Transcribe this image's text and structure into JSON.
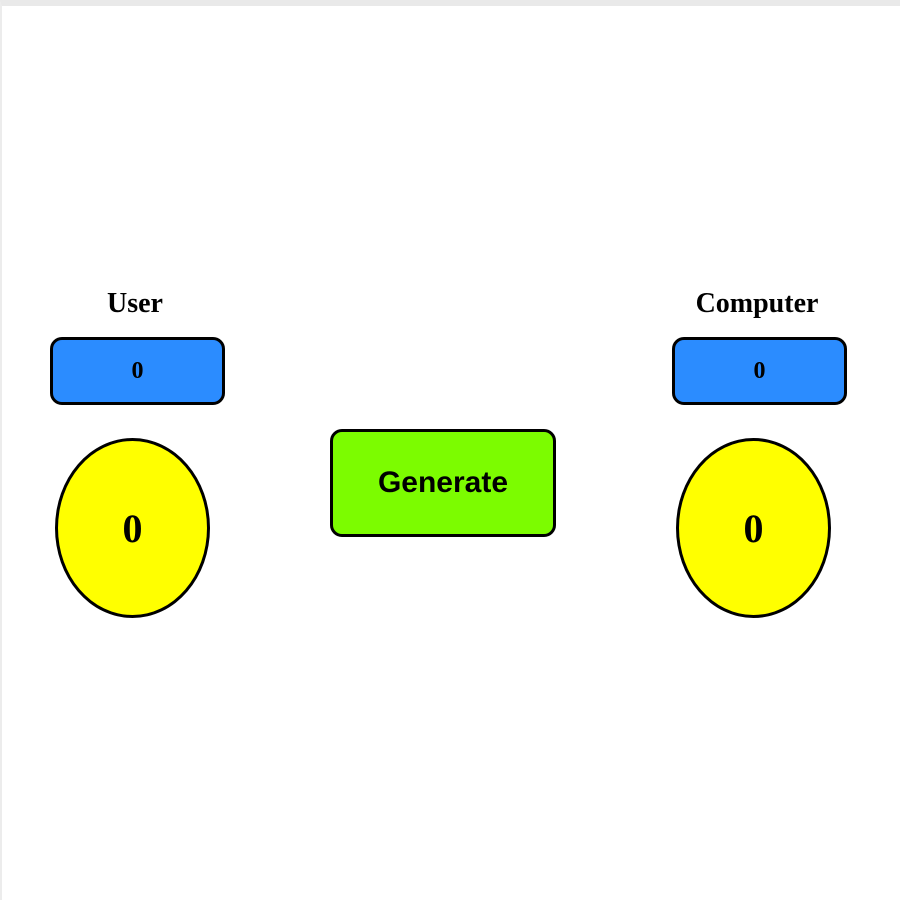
{
  "user": {
    "label": "User",
    "score": "0",
    "roll": "0"
  },
  "computer": {
    "label": "Computer",
    "score": "0",
    "roll": "0"
  },
  "actions": {
    "generate_label": "Generate"
  },
  "colors": {
    "score_box": "#2b8cff",
    "dice_circle": "#ffff00",
    "generate_button": "#7cfc00"
  }
}
